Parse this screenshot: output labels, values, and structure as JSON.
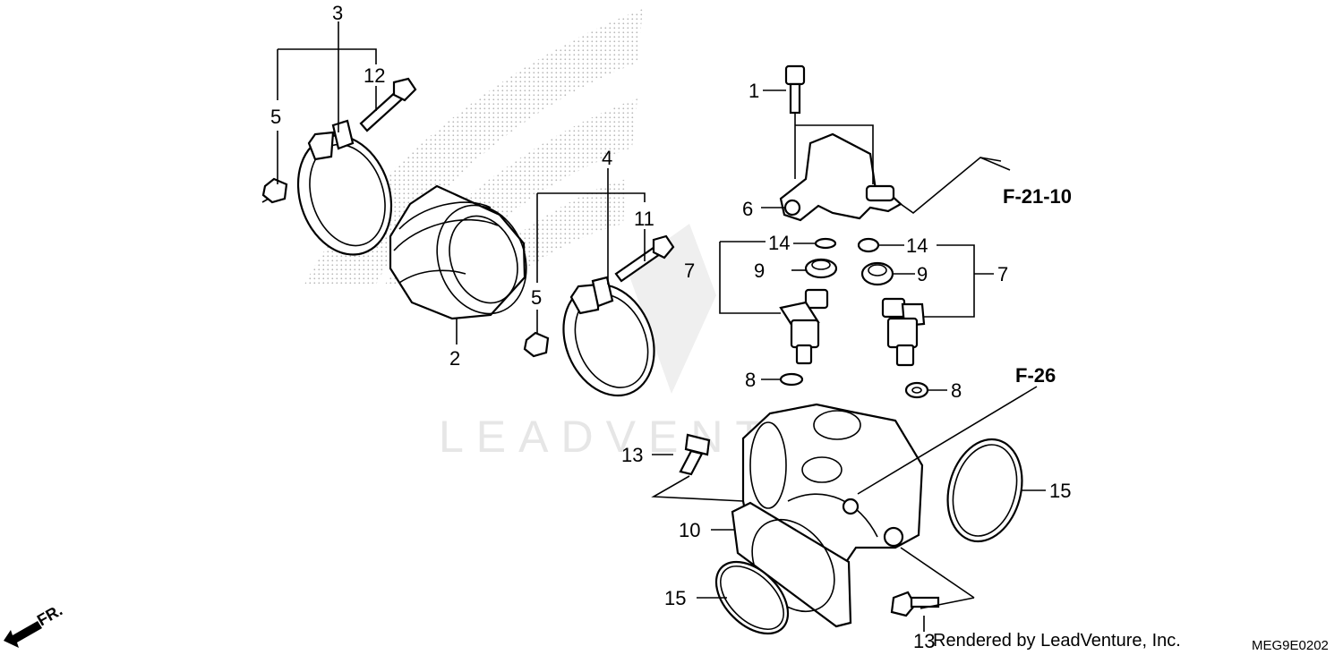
{
  "watermark": {
    "text": "LEADVENTURE"
  },
  "callouts": {
    "c1": "1",
    "c2": "2",
    "c3": "3",
    "c4": "4",
    "c5a": "5",
    "c5b": "5",
    "c6": "6",
    "c7a": "7",
    "c7b": "7",
    "c8a": "8",
    "c8b": "8",
    "c9a": "9",
    "c9b": "9",
    "c10": "10",
    "c11": "11",
    "c12": "12",
    "c13a": "13",
    "c13b": "13",
    "c14a": "14",
    "c14b": "14",
    "c15a": "15",
    "c15b": "15"
  },
  "references": {
    "ref_fuel": "F-21-10",
    "ref_body": "F-26"
  },
  "front_marker": "FR.",
  "credit": "Rendered by LeadVenture, Inc.",
  "diagram_code": "MEG9E0202"
}
